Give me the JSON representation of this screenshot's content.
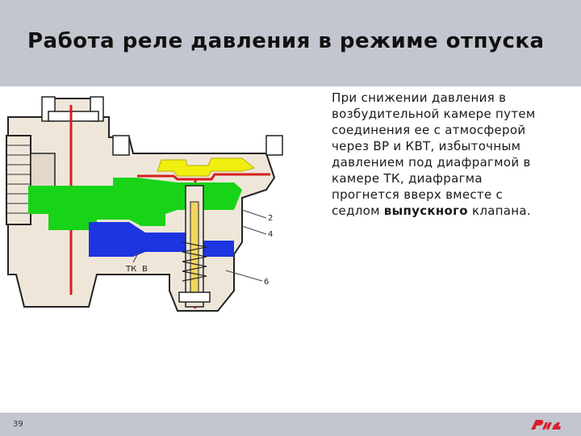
{
  "slide": {
    "title": "Работа реле давления в режиме отпуска",
    "body_lines": [
      "При снижении давления в",
      "возбудительной камере путем",
      "соединения ее с атмосферой",
      "через ВР и КВТ, избыточным",
      "давлением  под диафрагмой в",
      "камере ТК, диафрагма",
      "прогнется вверх вместе с"
    ],
    "body_last_prefix": "седлом ",
    "body_last_bold": "выпускного",
    "body_last_suffix": " клапана.",
    "page_number": "39"
  },
  "diagram": {
    "labels": {
      "tk": "ТК",
      "v": "В",
      "n2": "2",
      "n4": "4",
      "n6": "6"
    }
  },
  "colors": {
    "band": "#c3c6cf",
    "body_fill": "#efe6da",
    "green_chamber": "#18d418",
    "blue_chamber": "#1c35e0",
    "yellow_chamber": "#f0ef10",
    "red_line": "#d42020",
    "logo_red": "#d8212b"
  }
}
